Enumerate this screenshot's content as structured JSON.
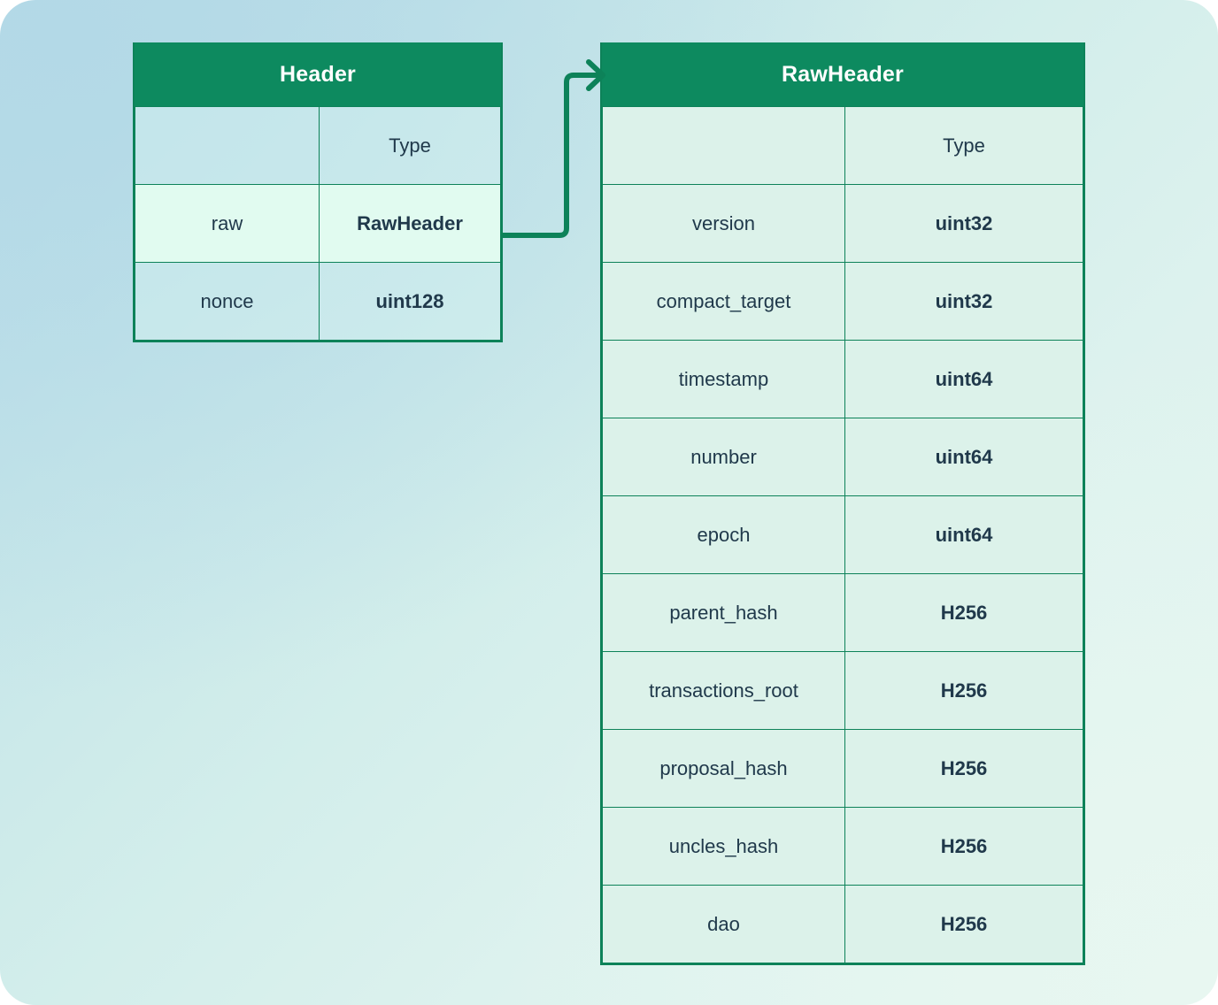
{
  "diagram": {
    "type": "entity-relationship",
    "background_colors": {
      "top_left": "#b6dae6",
      "bottom_right": "#e4f6f0"
    },
    "accent_color": "#0d8a5f",
    "border_color": "#0d8259",
    "text_color": "#20394b",
    "highlight_row_color": "#e1fbf0"
  },
  "tables": [
    {
      "id": "header",
      "title": "Header",
      "columns": [
        "",
        "Type"
      ],
      "rows": [
        {
          "name": "raw",
          "type": "RawHeader",
          "highlighted": true
        },
        {
          "name": "nonce",
          "type": "uint128",
          "highlighted": false
        }
      ]
    },
    {
      "id": "rawheader",
      "title": "RawHeader",
      "columns": [
        "",
        "Type"
      ],
      "rows": [
        {
          "name": "version",
          "type": "uint32",
          "highlighted": false
        },
        {
          "name": "compact_target",
          "type": "uint32",
          "highlighted": false
        },
        {
          "name": "timestamp",
          "type": "uint64",
          "highlighted": false
        },
        {
          "name": "number",
          "type": "uint64",
          "highlighted": false
        },
        {
          "name": "epoch",
          "type": "uint64",
          "highlighted": false
        },
        {
          "name": "parent_hash",
          "type": "H256",
          "highlighted": false
        },
        {
          "name": "transactions_root",
          "type": "H256",
          "highlighted": false
        },
        {
          "name": "proposal_hash",
          "type": "H256",
          "highlighted": false
        },
        {
          "name": "uncles_hash",
          "type": "H256",
          "highlighted": false
        },
        {
          "name": "dao",
          "type": "H256",
          "highlighted": false
        }
      ]
    }
  ],
  "connector": {
    "from": "header.raw",
    "to": "rawheader",
    "arrow": "arrow-right-icon",
    "color": "#0d8259"
  }
}
